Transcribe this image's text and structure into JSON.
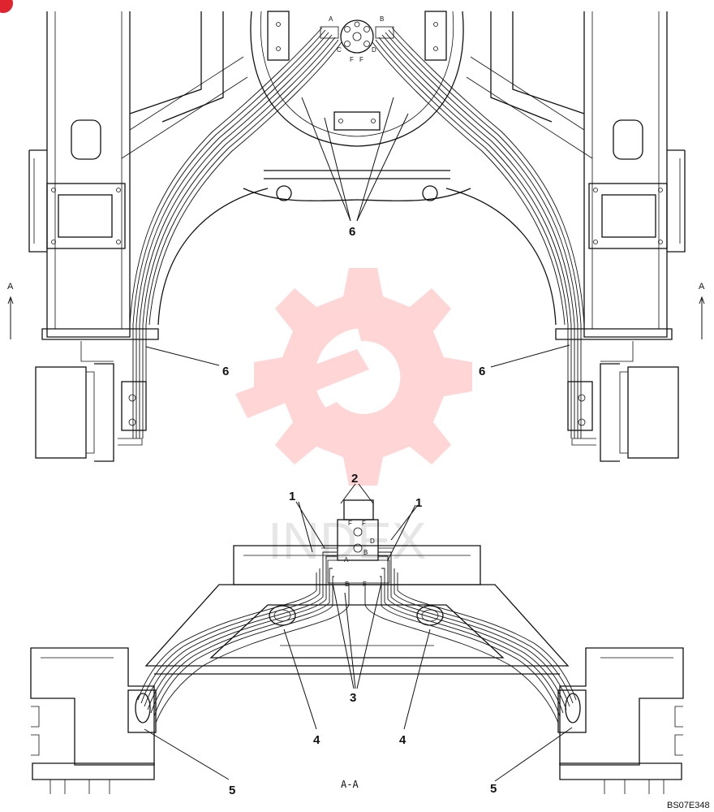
{
  "drawing": {
    "code": "BS07E348",
    "section_label": "A-A",
    "section_arrow_label": "A",
    "top_callouts": [
      "6",
      "6",
      "6"
    ],
    "bottom_callouts": [
      "1",
      "1",
      "2",
      "3",
      "4",
      "4",
      "5",
      "5"
    ],
    "swivel_ports_top": [
      "A",
      "B",
      "C",
      "D",
      "F",
      "F"
    ],
    "swivel_ports_bottom": [
      "F",
      "F",
      "D",
      "B",
      "A",
      "E",
      "F"
    ]
  }
}
